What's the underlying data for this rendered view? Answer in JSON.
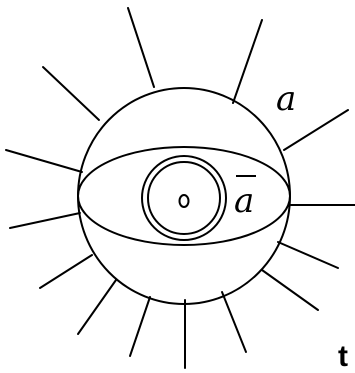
{
  "diagram": {
    "labels": {
      "outer_label": "a",
      "inner_label": "a",
      "corner_label": "t"
    },
    "inner_label_has_bar": true,
    "colors": {
      "ink": "#000000",
      "background": "#ffffff"
    }
  }
}
